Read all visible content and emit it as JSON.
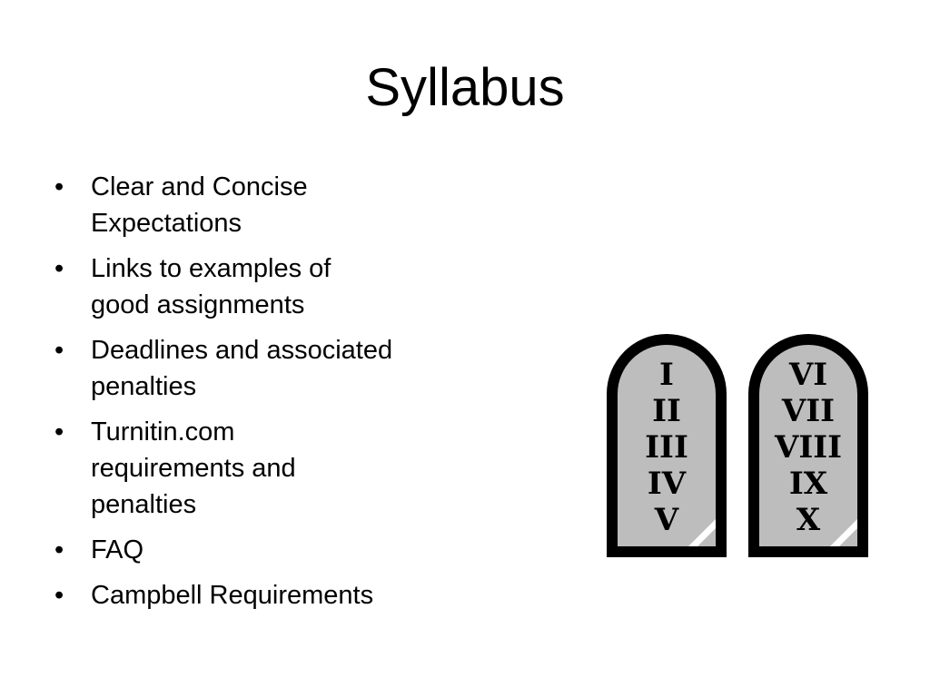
{
  "slide": {
    "title": "Syllabus",
    "bullets": [
      {
        "marker": "•",
        "lines": [
          "Clear and Concise",
          "Expectations"
        ]
      },
      {
        "marker": "•",
        "lines": [
          "Links to examples of",
          "good assignments"
        ]
      },
      {
        "marker": "•",
        "lines": [
          "Deadlines and associated",
          "penalties"
        ]
      },
      {
        "marker": "•",
        "lines": [
          "Turnitin.com",
          "requirements and",
          "penalties"
        ]
      },
      {
        "marker": "•",
        "lines": [
          "FAQ"
        ]
      },
      {
        "marker": "•",
        "lines": [
          "Campbell Requirements"
        ]
      }
    ]
  },
  "illustration": {
    "icon": "commandment-tablets-icon",
    "left_tablet_numerals": [
      "I",
      "II",
      "III",
      "IV",
      "V"
    ],
    "right_tablet_numerals": [
      "VI",
      "VII",
      "VIII",
      "IX",
      "X"
    ],
    "colors": {
      "outline": "#000000",
      "stone": "#bdbdbd",
      "highlight": "#ffffff"
    }
  }
}
